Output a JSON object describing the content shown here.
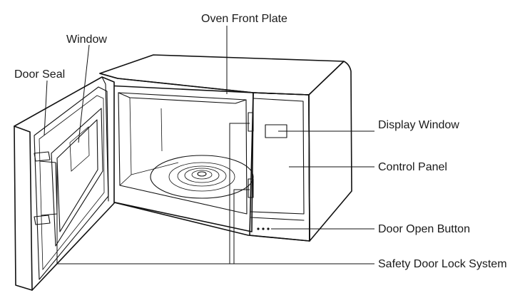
{
  "labels": {
    "oven_front_plate": "Oven Front Plate",
    "window": "Window",
    "door_seal": "Door Seal",
    "display_window": "Display Window",
    "control_panel": "Control Panel",
    "door_open_button": "Door Open Button",
    "safety_door_lock_system": "Safety Door Lock System"
  },
  "colors": {
    "line": "#111111",
    "text": "#1a1a1a",
    "background": "#ffffff"
  }
}
